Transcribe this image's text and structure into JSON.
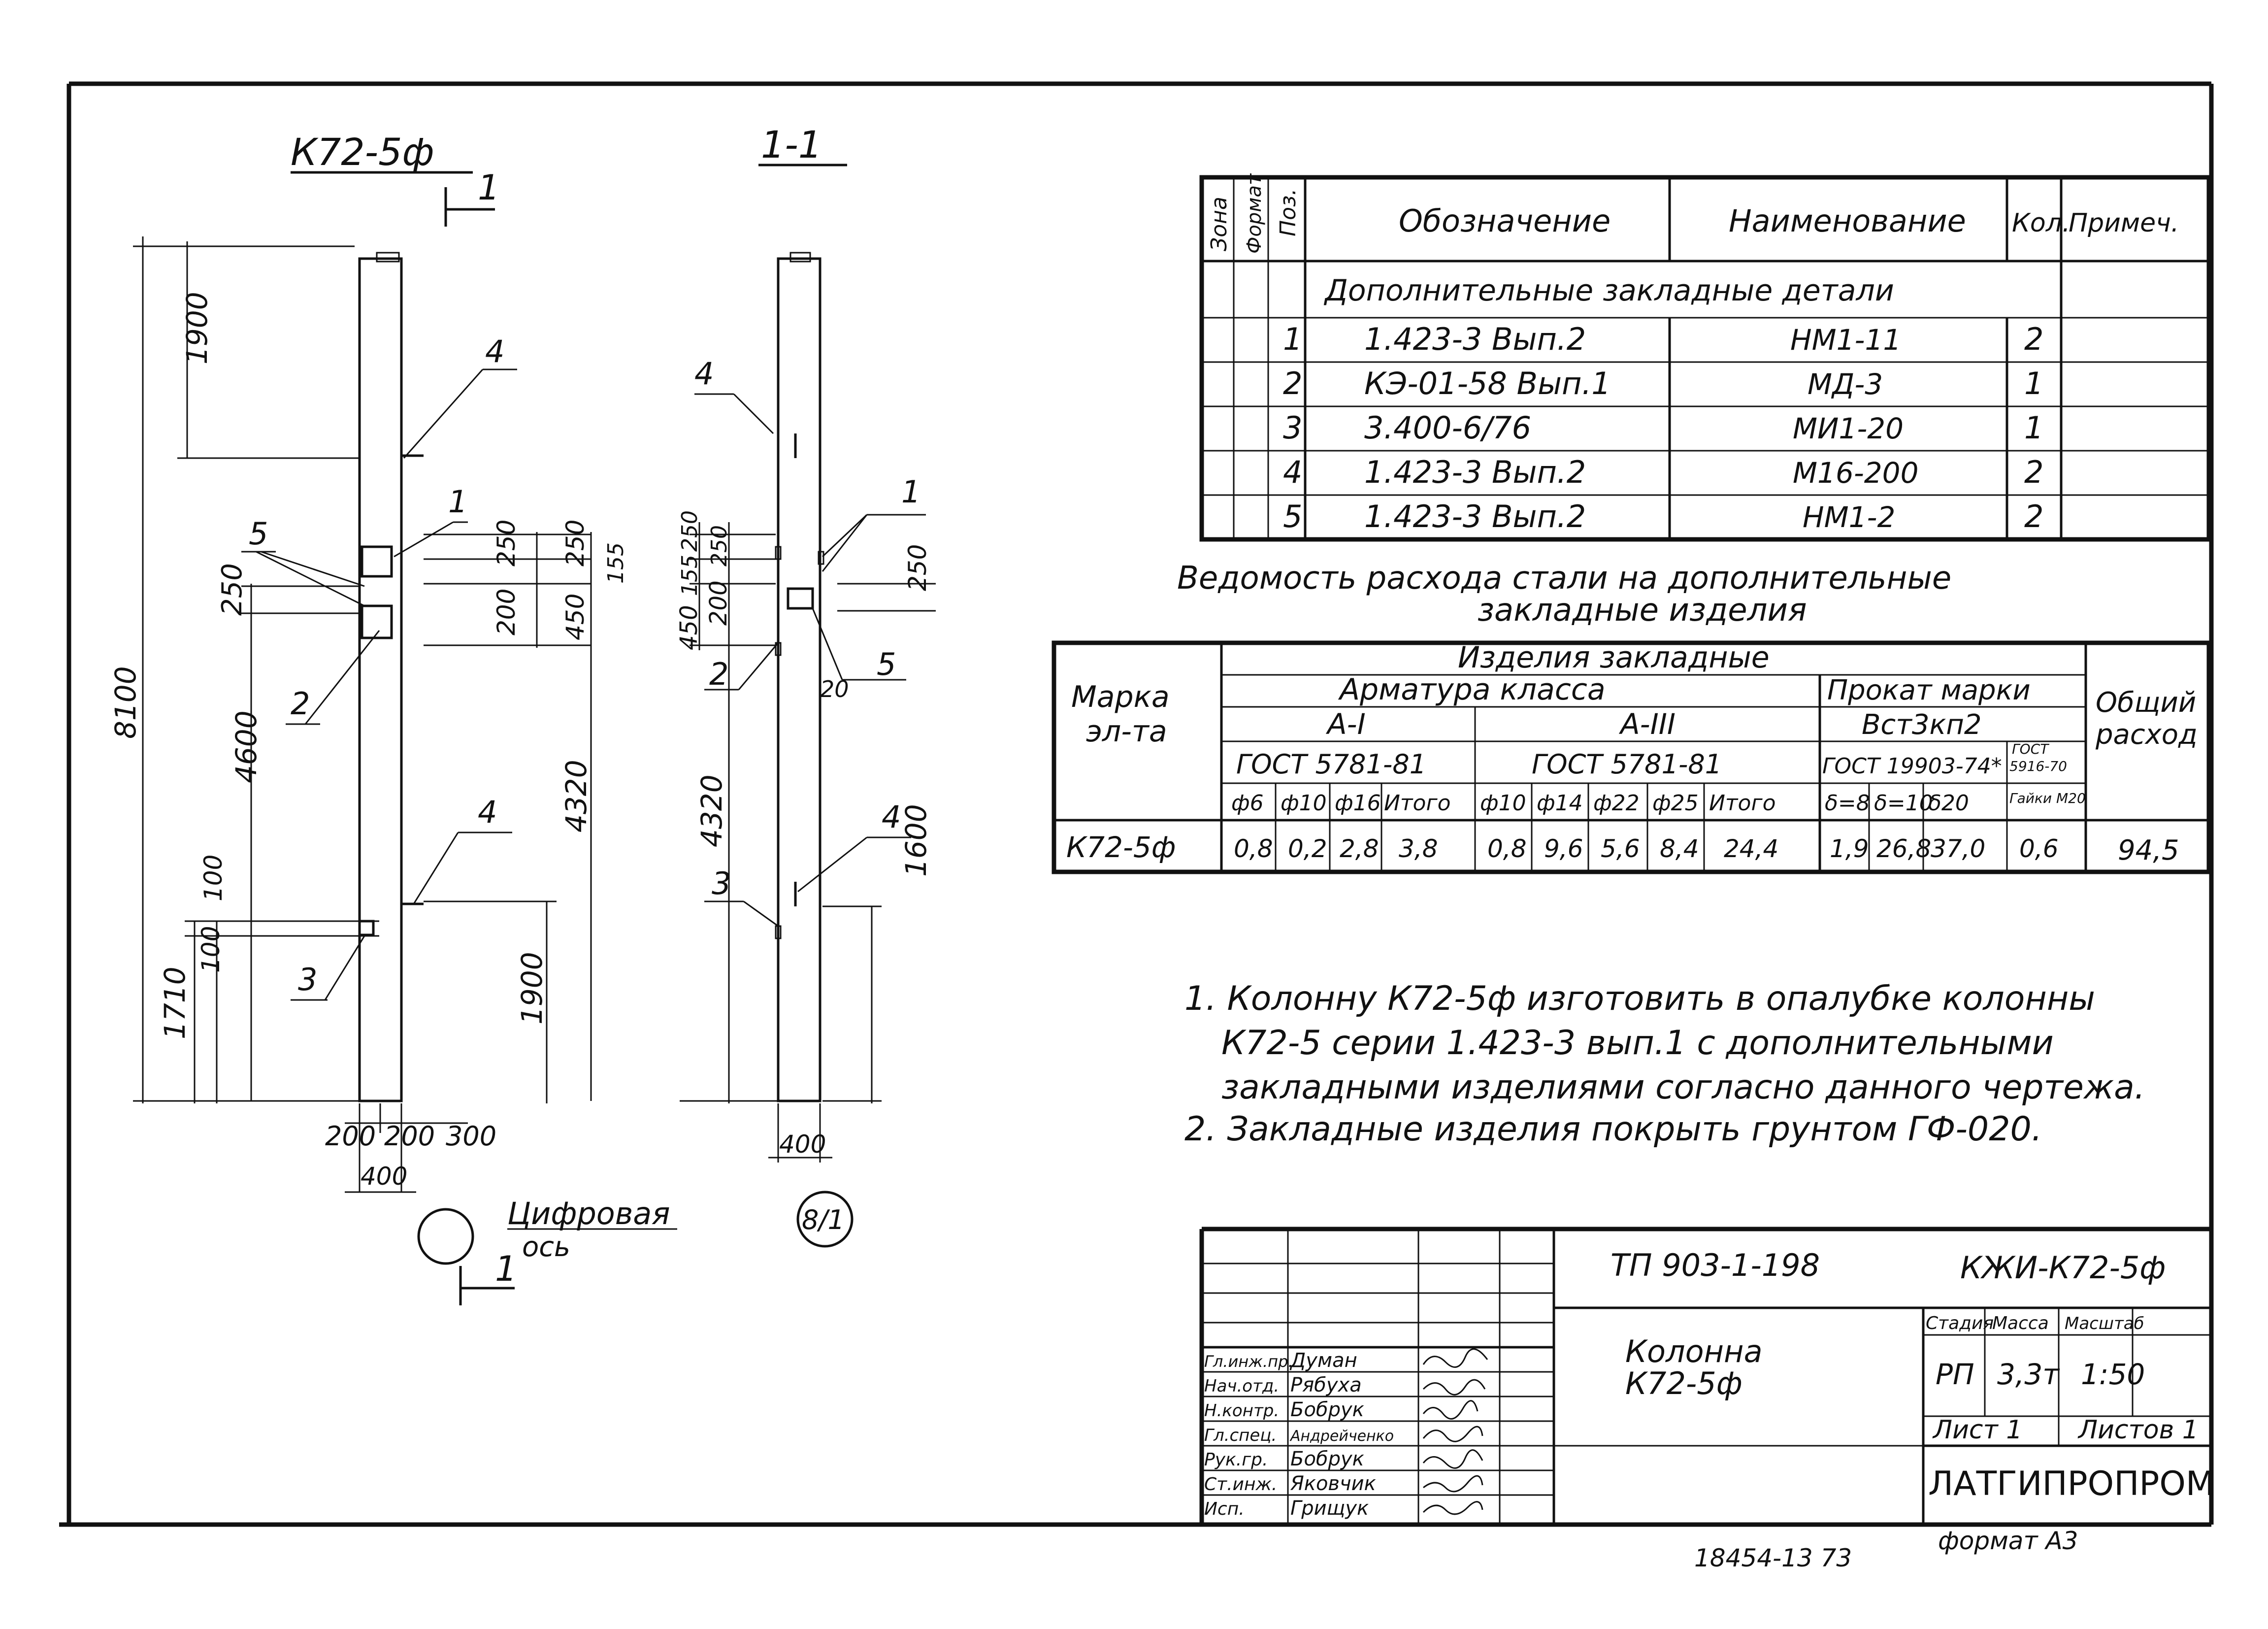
{
  "views": {
    "facade_title": "К72-5ф",
    "section_title": "1-1",
    "section_marker": "1",
    "axis_label_1": "Цифровая",
    "axis_label_2": "ось",
    "axis_bubble": "8/1"
  },
  "dims_left": {
    "d8100": "8100",
    "d1900": "1900",
    "d250": "250",
    "d4600": "4600",
    "d100a": "100",
    "d100b": "100",
    "d1710": "1710",
    "d250b": "250",
    "d250c": "250",
    "d200": "200",
    "d450": "450",
    "d155": "155",
    "d4320": "4320",
    "d1900b": "1900",
    "b200a": "200",
    "b200b": "200",
    "b300": "300",
    "b400": "400"
  },
  "dims_section": {
    "s450": "450",
    "s155": "155",
    "s250": "250",
    "s250b": "250",
    "s200": "200",
    "s250c": "250",
    "s4320": "4320",
    "s1600": "1600",
    "s20": "20",
    "s400": "400"
  },
  "callouts": [
    "1",
    "2",
    "3",
    "4",
    "5"
  ],
  "spec_table": {
    "headers": [
      "Зона",
      "Формат",
      "Поз.",
      "Обозначение",
      "Наименование",
      "Кол.",
      "Примеч."
    ],
    "section_title": "Дополнительные закладные детали",
    "rows": [
      {
        "pos": "1",
        "designation": "1.423-3 Вып.2",
        "name": "НМ1-11",
        "qty": "2"
      },
      {
        "pos": "2",
        "designation": "КЭ-01-58 Вып.1",
        "name": "МД-3",
        "qty": "1"
      },
      {
        "pos": "3",
        "designation": "3.400-6/76",
        "name": "МИ1-20",
        "qty": "1"
      },
      {
        "pos": "4",
        "designation": "1.423-3 Вып.2",
        "name": "М16-200",
        "qty": "2"
      },
      {
        "pos": "5",
        "designation": "1.423-3 Вып.2",
        "name": "НМ1-2",
        "qty": "2"
      }
    ]
  },
  "steel_table": {
    "title_1": "Ведомость расхода стали на дополнительные",
    "title_2": "закладные изделия",
    "mark_header_1": "Марка",
    "mark_header_2": "эл-та",
    "group_header": "Изделия закладные",
    "rebar_header": "Арматура класса",
    "rolled_header": "Прокат марки",
    "rolled_grade": "Вст3кп2",
    "total_header_1": "Общий",
    "total_header_2": "расход",
    "class_a1": "А-I",
    "class_a3": "А-III",
    "gost_a1": "ГОСТ 5781-81",
    "gost_a3": "ГОСТ 5781-81",
    "gost_rolled": "ГОСТ 19903-74*",
    "gost_m20_1": "ГОСТ",
    "gost_m20_2": "5916-70",
    "cols": [
      "ф6",
      "ф10",
      "ф16",
      "Итого",
      "ф10",
      "ф14",
      "ф22",
      "ф25",
      "Итого",
      "δ=8",
      "δ=10",
      "δ20",
      "Гайки М20"
    ],
    "row_mark": "К72-5ф",
    "values": [
      "0,8",
      "0,2",
      "2,8",
      "3,8",
      "0,8",
      "9,6",
      "5,6",
      "8,4",
      "24,4",
      "1,9",
      "26,8",
      "37,0",
      "0,6"
    ],
    "total": "94,5"
  },
  "notes": [
    "1. Колонну К72-5ф изготовить в опалубке колонны",
    "К72-5 серии 1.423-3 вып.1 с дополнительными",
    "закладными изделиями согласно данного чертежа.",
    "2. Закладные изделия покрыть грунтом ГФ-020."
  ],
  "title_block": {
    "project_code": "ТП 903-1-198",
    "doc_code": "КЖИ-К72-5ф",
    "item_name_1": "Колонна",
    "item_name_2": "К72-5ф",
    "stage_label": "Стадия",
    "mass_label": "Масса",
    "scale_label": "Масштаб",
    "stage": "РП",
    "mass": "3,3т",
    "scale": "1:50",
    "sheet": "Лист 1",
    "sheets": "Листов 1",
    "org": "ЛАТГИПРОПРОМ",
    "format": "формат А3",
    "roles": [
      {
        "role": "Гл.инж.пр.",
        "name": "Думан"
      },
      {
        "role": "Нач.отд.",
        "name": "Рябуха"
      },
      {
        "role": "Н.контр.",
        "name": "Бобрук"
      },
      {
        "role": "Гл.спец.",
        "name": "Андрейченко"
      },
      {
        "role": "Рук.гр.",
        "name": "Бобрук"
      },
      {
        "role": "Ст.инж.",
        "name": "Яковчик"
      },
      {
        "role": "Исп.",
        "name": "Грищук"
      }
    ]
  },
  "archive_number": "18454-13 73"
}
